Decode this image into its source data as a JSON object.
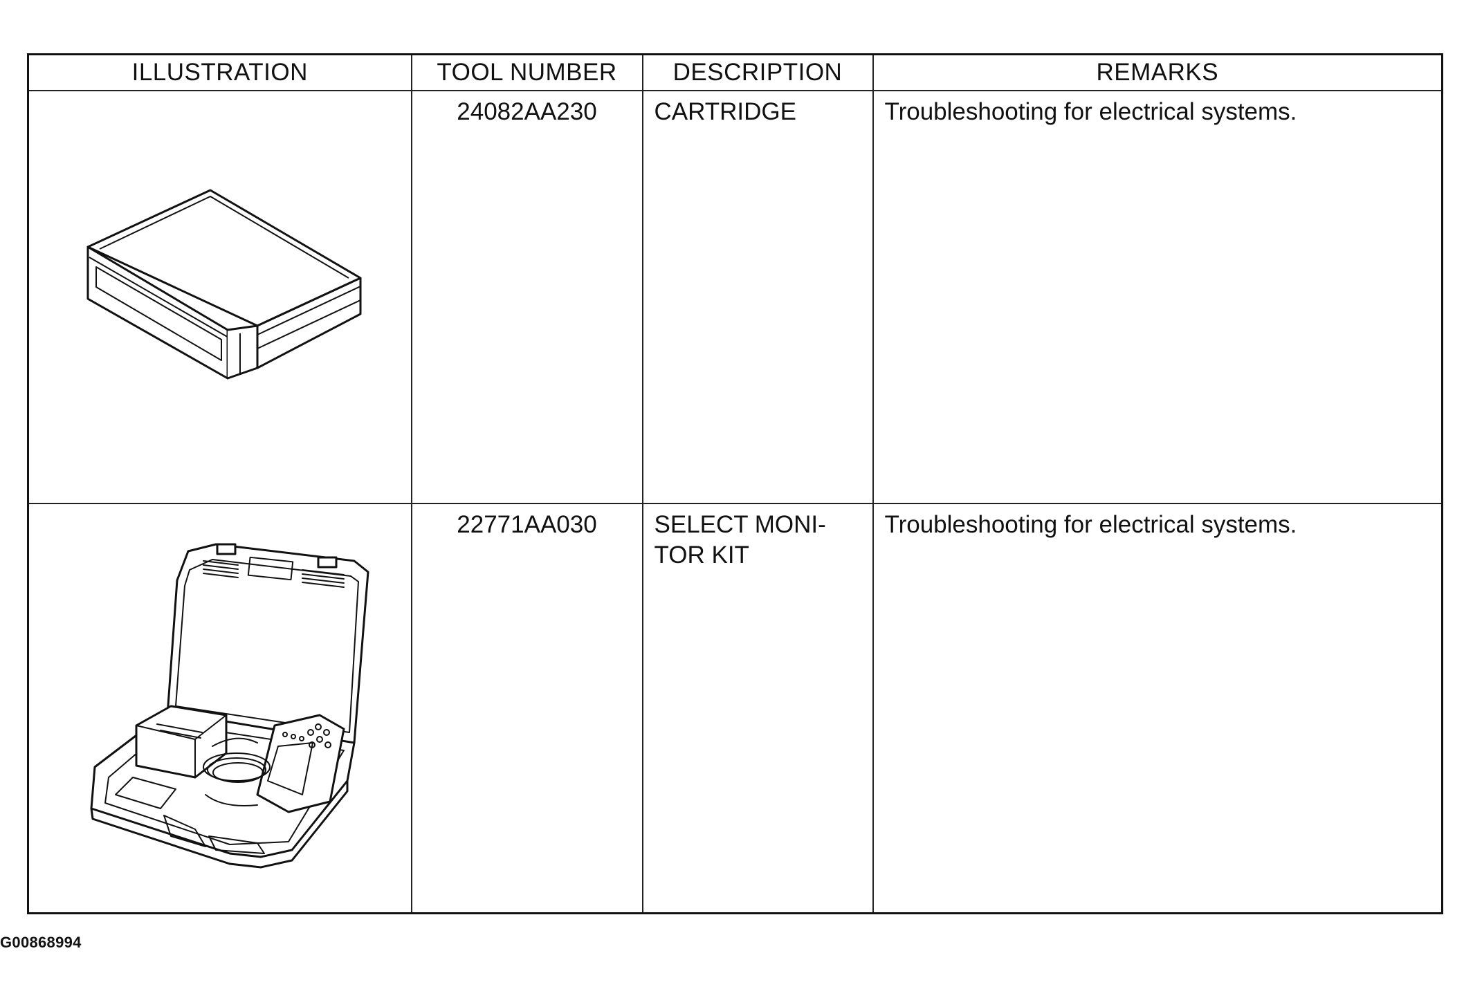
{
  "table": {
    "headers": [
      "ILLUSTRATION",
      "TOOL NUMBER",
      "DESCRIPTION",
      "REMARKS"
    ],
    "rows": [
      {
        "illustration": "cartridge-drawing",
        "tool_number": "24082AA230",
        "description": "CARTRIDGE",
        "remarks": "Troubleshooting for electrical systems."
      },
      {
        "illustration": "select-monitor-kit-drawing",
        "tool_number": "22771AA030",
        "description": "SELECT MONI-\nTOR KIT",
        "remarks": "Troubleshooting for electrical systems."
      }
    ]
  },
  "figure_id": "G00868994"
}
